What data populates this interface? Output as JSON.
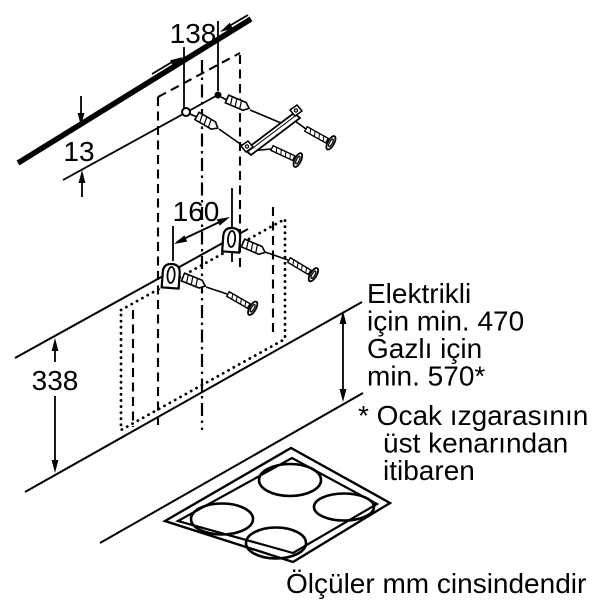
{
  "colors": {
    "ink": "#000000",
    "background": "#ffffff"
  },
  "dimensions": {
    "hole_spacing_top": "138",
    "wall_edge_offset": "13",
    "bracket_spacing": "160",
    "panel_height": "338"
  },
  "clearance_note": {
    "line1": "Elektrikli",
    "line2": "için min. 470",
    "line3": "Gazlı için",
    "line4": "min. 570*"
  },
  "footnote": {
    "line1": "* Ocak ızgarasının",
    "line2": "üst kenarından",
    "line3": "itibaren"
  },
  "units_note": "Ölçüler mm cinsindendir",
  "icons": {
    "wall-anchor": "hatched-dowel",
    "screw": "threaded-shaft-with-head",
    "keyhole-bracket": "arched-plate-with-slot",
    "mounting-bracket": "angled-rail-with-end-tabs",
    "mounting-hole": "circle",
    "cooktop": "diamond-surface-with-4-burners"
  }
}
